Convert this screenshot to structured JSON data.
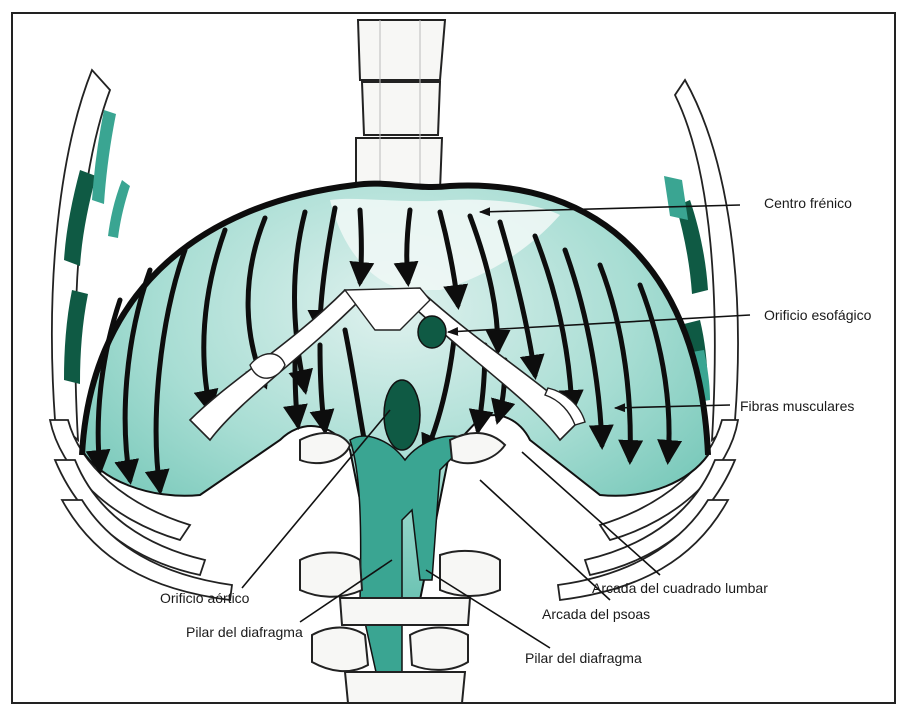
{
  "labels": {
    "centro_frenico": "Centro frénico",
    "orificio_esofagico": "Orificio esofágico",
    "fibras_musculares": "Fibras musculares",
    "arcada_cuadrado_lumbar": "Arcada del cuadrado lumbar",
    "orificio_aortico": "Orificio aórtico",
    "arcada_psoas": "Arcada del psoas",
    "pilar_diafragma_left": "Pilar del diafragma",
    "pilar_diafragma_right": "Pilar del diafragma"
  },
  "colors": {
    "muscle": "#8fd3c7",
    "muscle_dark": "#3aa592",
    "dark_green": "#0f5a44",
    "bone": "#f7f7f5",
    "outline": "#111111"
  },
  "icons": {
    "fiber_arrow": "arrowhead-down-icon"
  }
}
